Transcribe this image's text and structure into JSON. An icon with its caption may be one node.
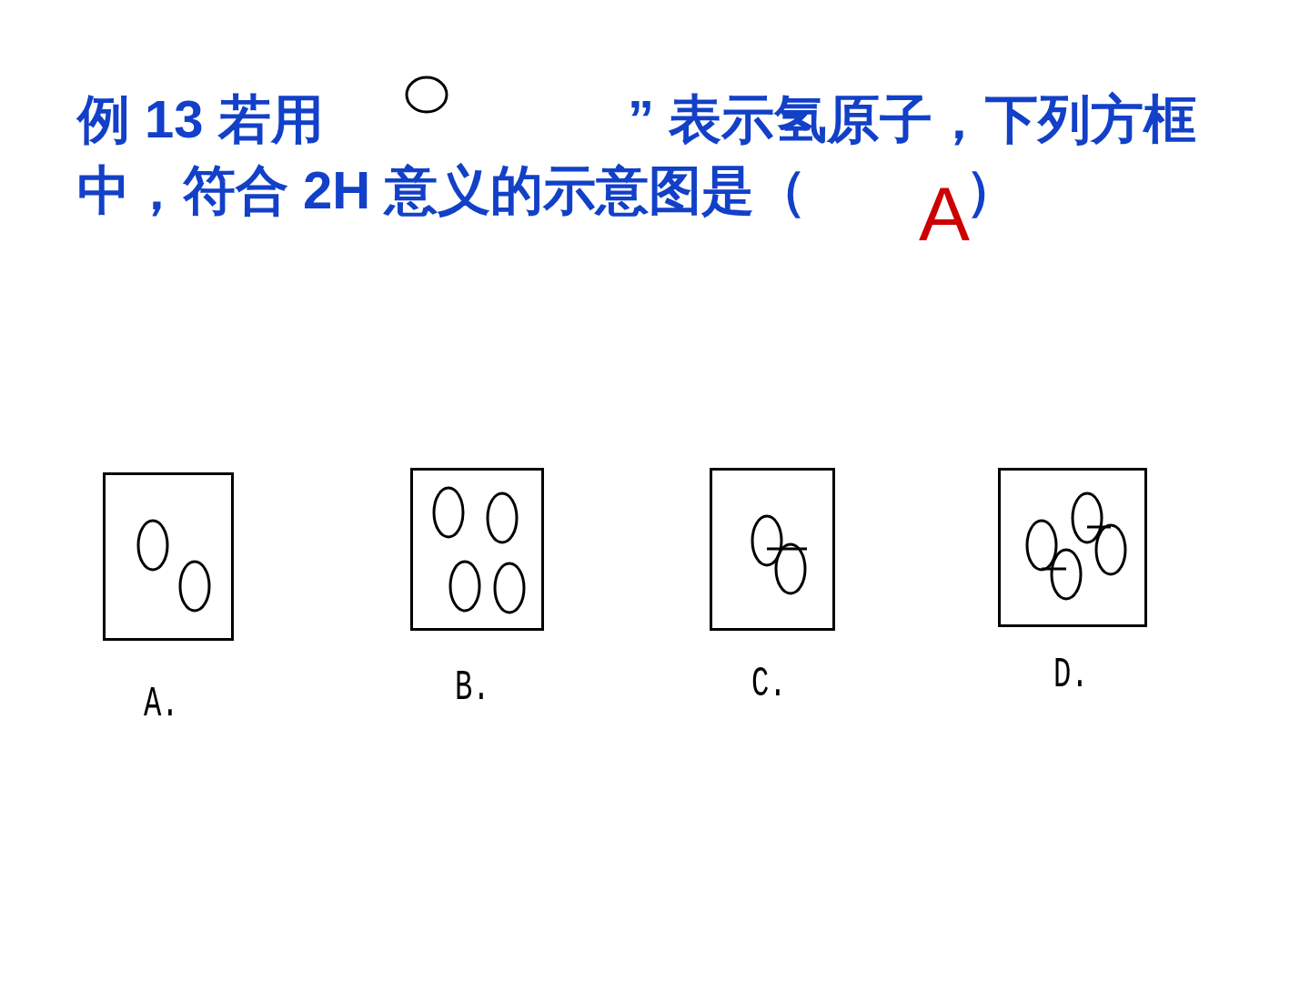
{
  "diagram": {
    "nodes": [
      {
        "text": [],
        "shape": "box",
        "beside": [
          "A."
        ]
      },
      {
        "text": [],
        "shape": "box",
        "beside": [
          "B."
        ]
      },
      {
        "text": [],
        "shape": "box",
        "beside": [
          "C."
        ]
      },
      {
        "text": [],
        "shape": "box",
        "beside": [
          "D."
        ]
      }
    ],
    "edges": [],
    "labels": [
      "例 13  若用",
      "” 表示氢原子，下列方框中，符合 2H 意义的示意图是（　　　）",
      "A"
    ]
  }
}
